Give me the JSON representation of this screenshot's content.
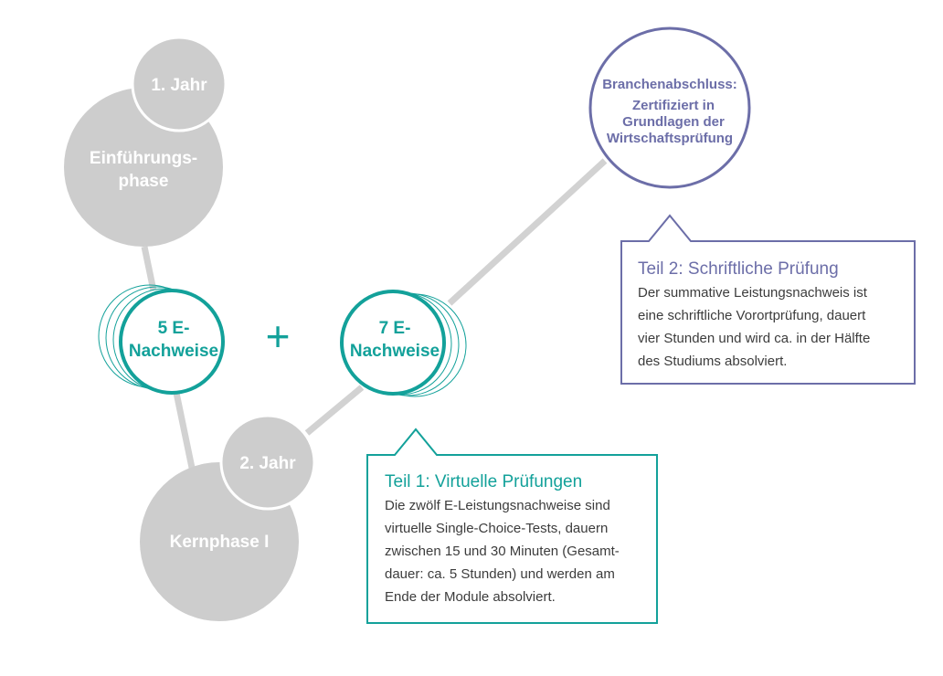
{
  "colors": {
    "grey": "#cdcdcd",
    "teal": "#13a19a",
    "purple": "#6c6ea8",
    "text": "#3c3c3c"
  },
  "year1": {
    "label": "1. Jahr",
    "phase_line1": "Einführungs-",
    "phase_line2": "phase"
  },
  "year2": {
    "label": "2. Jahr",
    "phase": "Kernphase I"
  },
  "enachweise_left": {
    "line1": "5 E-",
    "line2": "Nachweise"
  },
  "plus_sign": "+",
  "enachweise_right": {
    "line1": "7 E-",
    "line2": "Nachweise"
  },
  "branchenabschluss": {
    "line1": "Branchenabschluss:",
    "line2": "Zertifiziert in",
    "line3": "Grundlagen der",
    "line4": "Wirtschaftsprüfung"
  },
  "teil1": {
    "title": "Teil 1: Virtuelle Prüfungen",
    "lines": [
      "Die zwölf E-Leistungsnachweise sind",
      "virtuelle Single-Choice-Tests, dauern",
      "zwischen 15 und 30 Minuten (Gesamt-",
      "dauer: ca. 5 Stunden) und werden am",
      "Ende der Module absolviert."
    ]
  },
  "teil2": {
    "title": "Teil 2: Schriftliche Prüfung",
    "lines": [
      "Der summative Leistungsnachweis ist",
      "eine schriftliche Vorortprüfung, dauert",
      "vier Stunden und wird ca. in der Hälfte",
      "des Studiums absolviert."
    ]
  }
}
